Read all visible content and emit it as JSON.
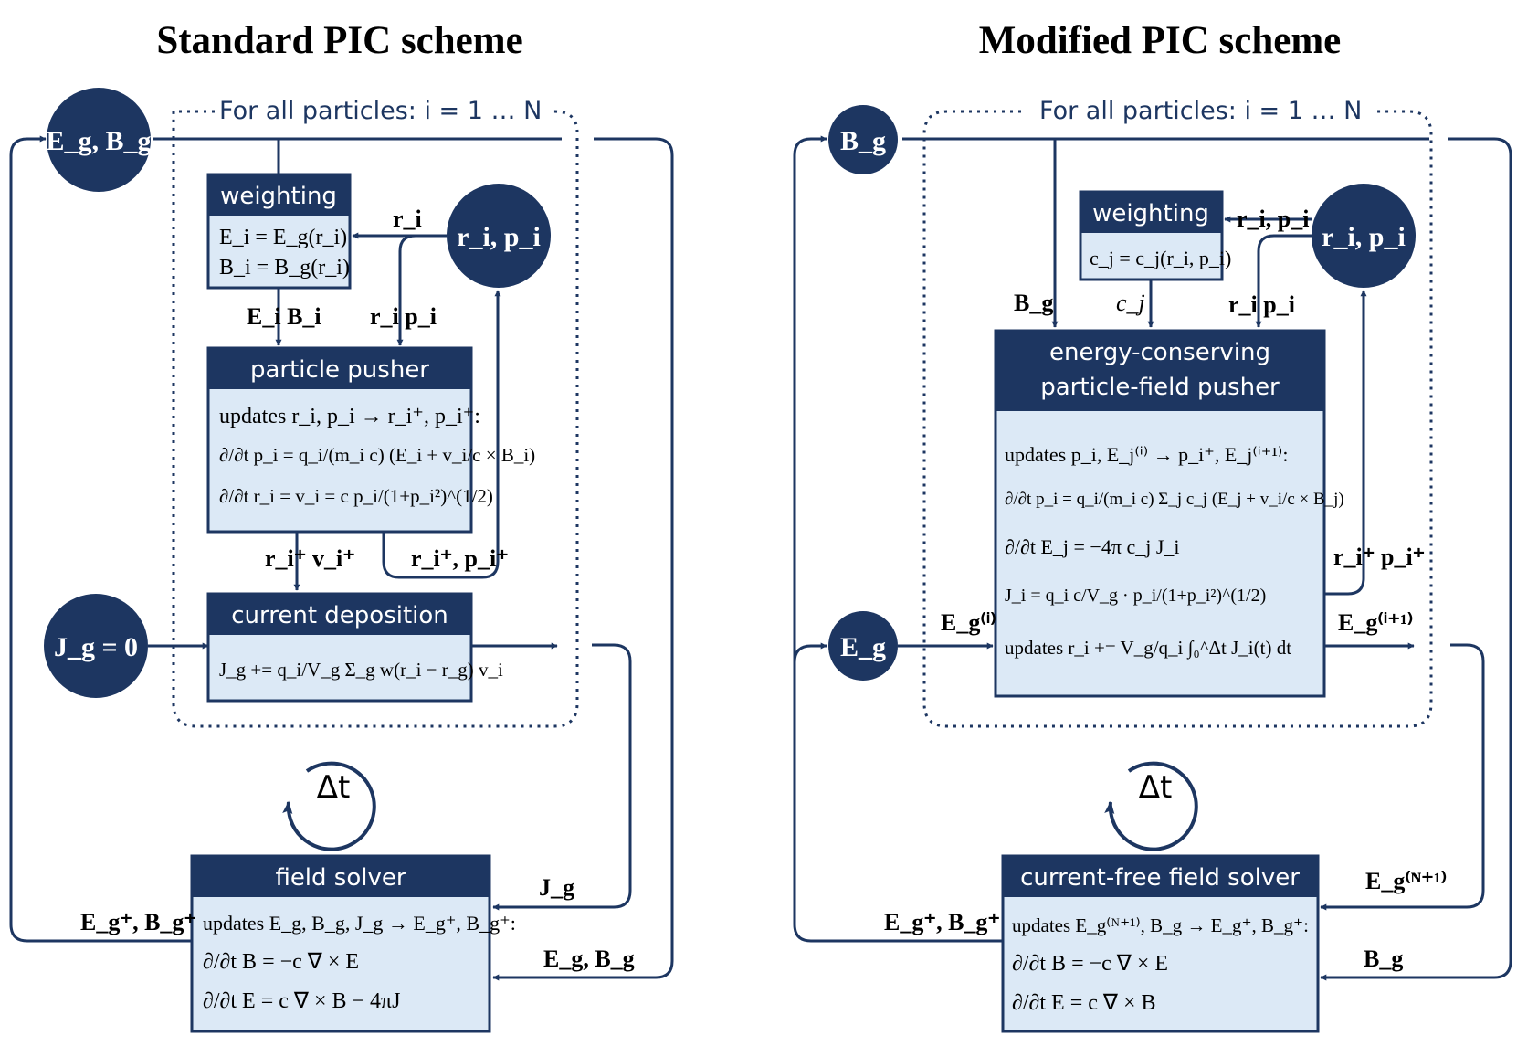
{
  "titles": {
    "left": "Standard PIC scheme",
    "right": "Modified PIC scheme"
  },
  "loop_label": "For all particles: i = 1 … N",
  "timestep_label": "Δt",
  "left": {
    "nodes": {
      "fields": "E_g, B_g",
      "particles": "r_i, p_i",
      "current_zero": "J_g = 0"
    },
    "weighting": {
      "header": "weighting",
      "lines": [
        "E_i = E_g(r_i)",
        "B_i = B_g(r_i)"
      ]
    },
    "pusher": {
      "header": "particle pusher",
      "lines": [
        "updates r_i, p_i → r_i⁺, p_i⁺:",
        "∂/∂t p_i = q_i/(m_i c) (E_i + v_i/c × B_i)",
        "∂/∂t r_i = v_i = c p_i/(1+p_i²)^(1/2)"
      ]
    },
    "deposition": {
      "header": "current deposition",
      "lines": [
        "J_g += q_i/V_g Σ_g w(r_i − r_g) v_i"
      ]
    },
    "solver": {
      "header": "field solver",
      "lines": [
        "updates E_g, B_g, J_g → E_g⁺, B_g⁺:",
        "∂/∂t B = −c ∇ × E",
        "∂/∂t E = c ∇ × B − 4πJ"
      ]
    },
    "arrow_labels": {
      "ri": "r_i",
      "ei_bi": "E_i  B_i",
      "ri_pi": "r_i  p_i",
      "ri_vi_plus": "r_i⁺  v_i⁺",
      "ri_pi_plus": "r_i⁺, p_i⁺",
      "jg": "J_g",
      "eg_bg": "E_g, B_g",
      "eg_bg_plus": "E_g⁺, B_g⁺"
    }
  },
  "right": {
    "nodes": {
      "bfield": "B_g",
      "particles": "r_i, p_i",
      "efield": "E_g"
    },
    "weighting": {
      "header": "weighting",
      "lines": [
        "c_j = c_j(r_i, p_i)"
      ]
    },
    "pusher": {
      "header_line1": "energy-conserving",
      "header_line2": "particle-field pusher",
      "lines": [
        "updates p_i, E_j⁽ⁱ⁾ → p_i⁺, E_j⁽ⁱ⁺¹⁾:",
        "∂/∂t p_i = q_i/(m_i c) Σ_j c_j (E_j + v_i/c × B_j)",
        "∂/∂t E_j = −4π c_j J_i",
        "J_i = q_i c/V_g · p_i/(1+p_i²)^(1/2)",
        "updates r_i += V_g/q_i ∫₀^Δt J_i(t) dt"
      ]
    },
    "solver": {
      "header": "current-free field solver",
      "lines": [
        "updates E_g⁽ᴺ⁺¹⁾, B_g → E_g⁺, B_g⁺:",
        "∂/∂t B = −c ∇ × E",
        "∂/∂t E = c ∇ × B"
      ]
    },
    "arrow_labels": {
      "ri_pi": "r_i, p_i",
      "bg": "B_g",
      "cj": "c_j",
      "ri_pi_split": "r_i  p_i",
      "ri_pi_plus": "r_i⁺  p_i⁺",
      "eg_i": "E_g⁽ⁱ⁾",
      "eg_i1": "E_g⁽ⁱ⁺¹⁾",
      "eg_n1": "E_g⁽ᴺ⁺¹⁾",
      "bg_return": "B_g",
      "eg_bg_plus": "E_g⁺, B_g⁺"
    }
  },
  "colors": {
    "dark_navy": "#1d3661",
    "box_fill": "#dce9f6",
    "white": "#ffffff"
  }
}
